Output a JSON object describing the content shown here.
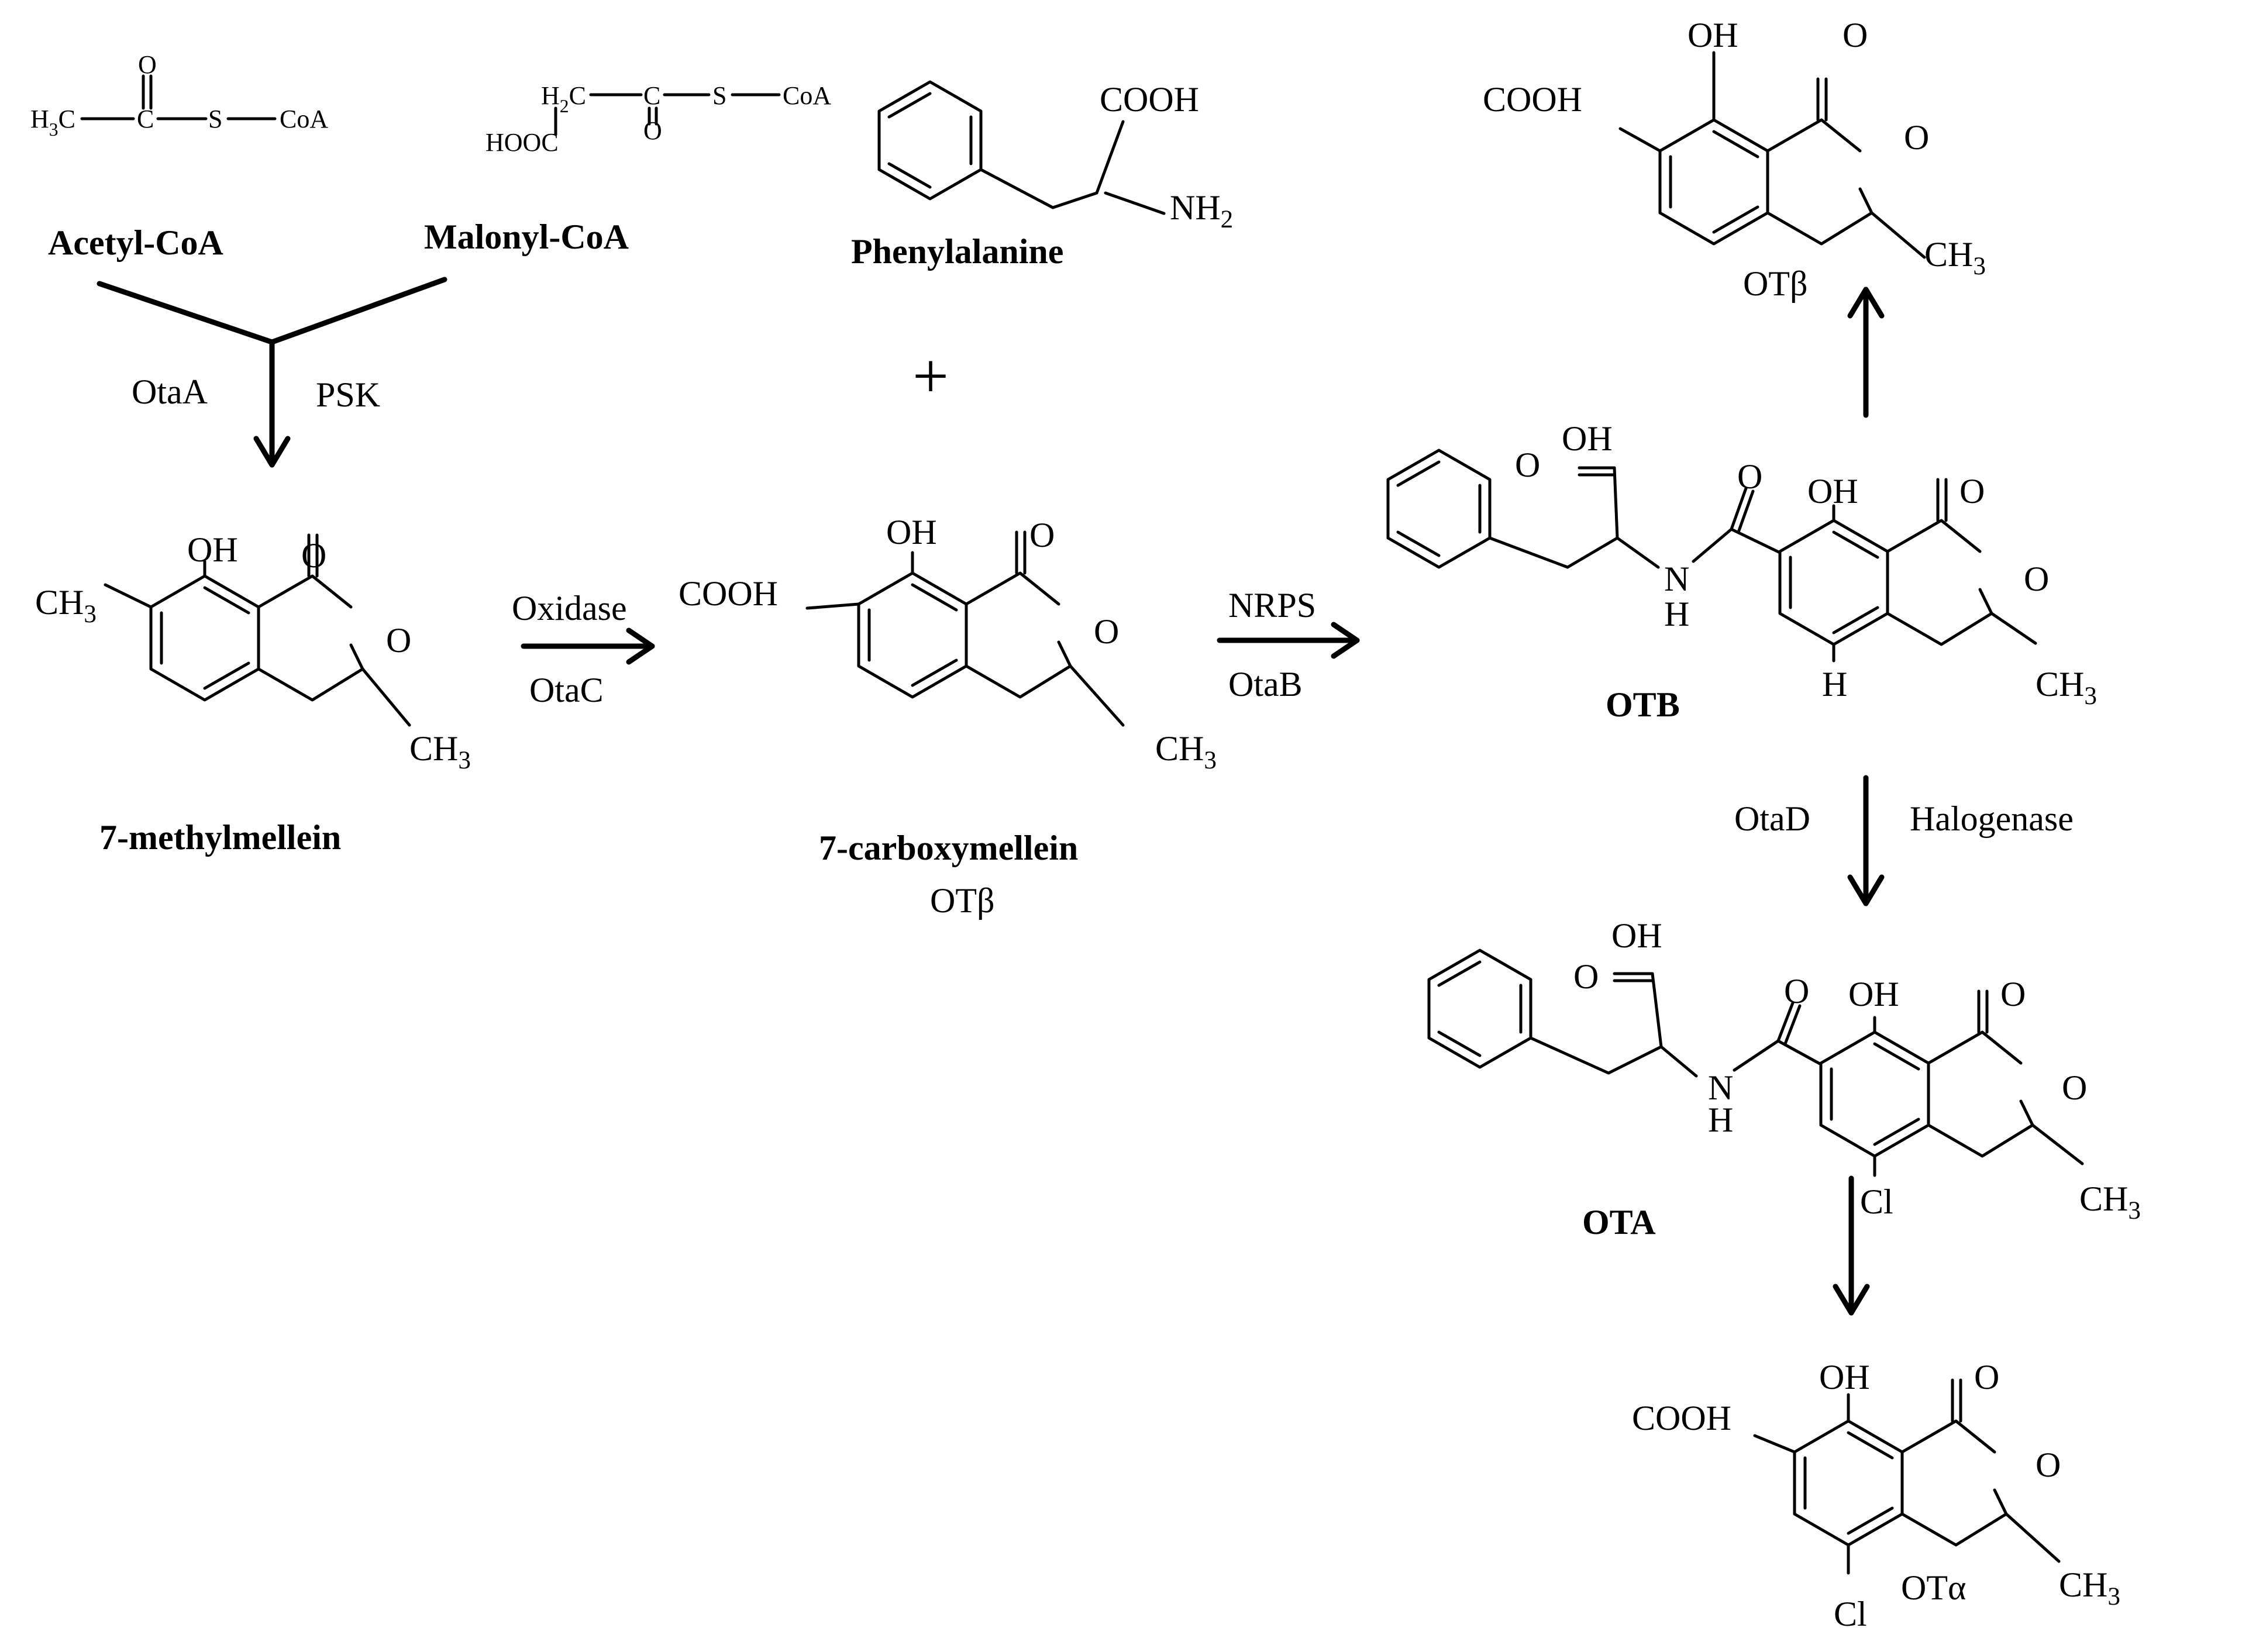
{
  "reagents": {
    "acetyl_coa": {
      "h3c": "H3C",
      "c": "C",
      "o": "O",
      "s": "S",
      "coa": "CoA",
      "name": "Acetyl-CoA"
    },
    "malonyl_coa": {
      "h2c": "H2C",
      "c": "C",
      "o": "O",
      "s": "S",
      "coa": "CoA",
      "hooc": "HOOC",
      "name": "Malonyl-CoA"
    },
    "phenylalanine": {
      "cooh": "COOH",
      "nh2": "NH2",
      "name": "Phenylalanine"
    },
    "plus": "+"
  },
  "steps": {
    "pks_left": "OtaA",
    "pks_right": "PSK",
    "oxidase_top": "Oxidase",
    "oxidase_bottom": "OtaC",
    "nrps_top": "NRPS",
    "nrps_bottom": "OtaB",
    "halogenase_left": "OtaD",
    "halogenase_right": "Halogenase"
  },
  "compounds": {
    "methylmellein": {
      "oh": "OH",
      "o_carbonyl": "O",
      "o_ring": "O",
      "ch3_sub": "CH3",
      "ch3": "CH3",
      "name": "7-methylmellein"
    },
    "carboxymellein": {
      "oh": "OH",
      "o_carbonyl": "O",
      "o_ring": "O",
      "cooh": "COOH",
      "ch3": "CH3",
      "name": "7-carboxymellein",
      "alias": "OTβ"
    },
    "otb": {
      "acid_oh": "OH",
      "acid_o": "O",
      "amide_o": "O",
      "nh_n": "N",
      "nh_h": "H",
      "oh": "OH",
      "o_carbonyl": "O",
      "o_ring": "O",
      "ch3": "CH3",
      "h": "H",
      "name": "OTB"
    },
    "ota": {
      "acid_oh": "OH",
      "acid_o": "O",
      "amide_o": "O",
      "nh_n": "N",
      "nh_h": "H",
      "oh": "OH",
      "o_carbonyl": "O",
      "o_ring": "O",
      "ch3": "CH3",
      "cl": "Cl",
      "name": "OTA"
    },
    "otbeta": {
      "oh": "OH",
      "o_carbonyl": "O",
      "o_ring": "O",
      "cooh": "COOH",
      "ch3": "CH3",
      "name": "OTβ"
    },
    "otalpha": {
      "oh": "OH",
      "o_carbonyl": "O",
      "o_ring": "O",
      "cooh": "COOH",
      "ch3": "CH3",
      "cl": "Cl",
      "name": "OTα"
    }
  }
}
